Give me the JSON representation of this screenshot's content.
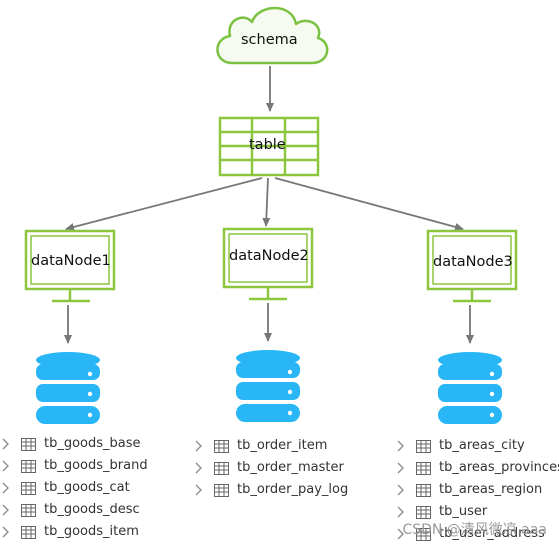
{
  "diagram": {
    "schema_label": "schema",
    "table_label": "table",
    "nodes": [
      {
        "label": "dataNode1",
        "tables": [
          "tb_goods_base",
          "tb_goods_brand",
          "tb_goods_cat",
          "tb_goods_desc",
          "tb_goods_item"
        ]
      },
      {
        "label": "dataNode2",
        "tables": [
          "tb_order_item",
          "tb_order_master",
          "tb_order_pay_log"
        ]
      },
      {
        "label": "dataNode3",
        "tables": [
          "tb_areas_city",
          "tb_areas_provinces",
          "tb_areas_region",
          "tb_user",
          "tb_user_address"
        ]
      }
    ],
    "colors": {
      "cloud_border": "#7cc242",
      "cloud_fill": "#f6fbf1",
      "monitor_border": "#8cc63f",
      "grid_stroke": "#8cc63f",
      "arrow": "#777777",
      "database": "#29b6f6"
    }
  },
  "watermark": "CSDN @清风微凉 aaa"
}
